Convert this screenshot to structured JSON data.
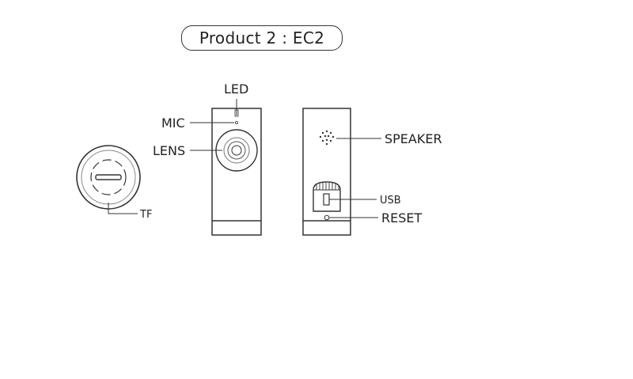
{
  "title": "Product 2 : EC2",
  "labels": {
    "led": "LED",
    "mic": "MIC",
    "lens": "LENS",
    "tf": "TF",
    "speaker": "SPEAKER",
    "usb": "USB",
    "reset": "RESET"
  },
  "colors": {
    "stroke": "#333333",
    "background": "#ffffff"
  }
}
